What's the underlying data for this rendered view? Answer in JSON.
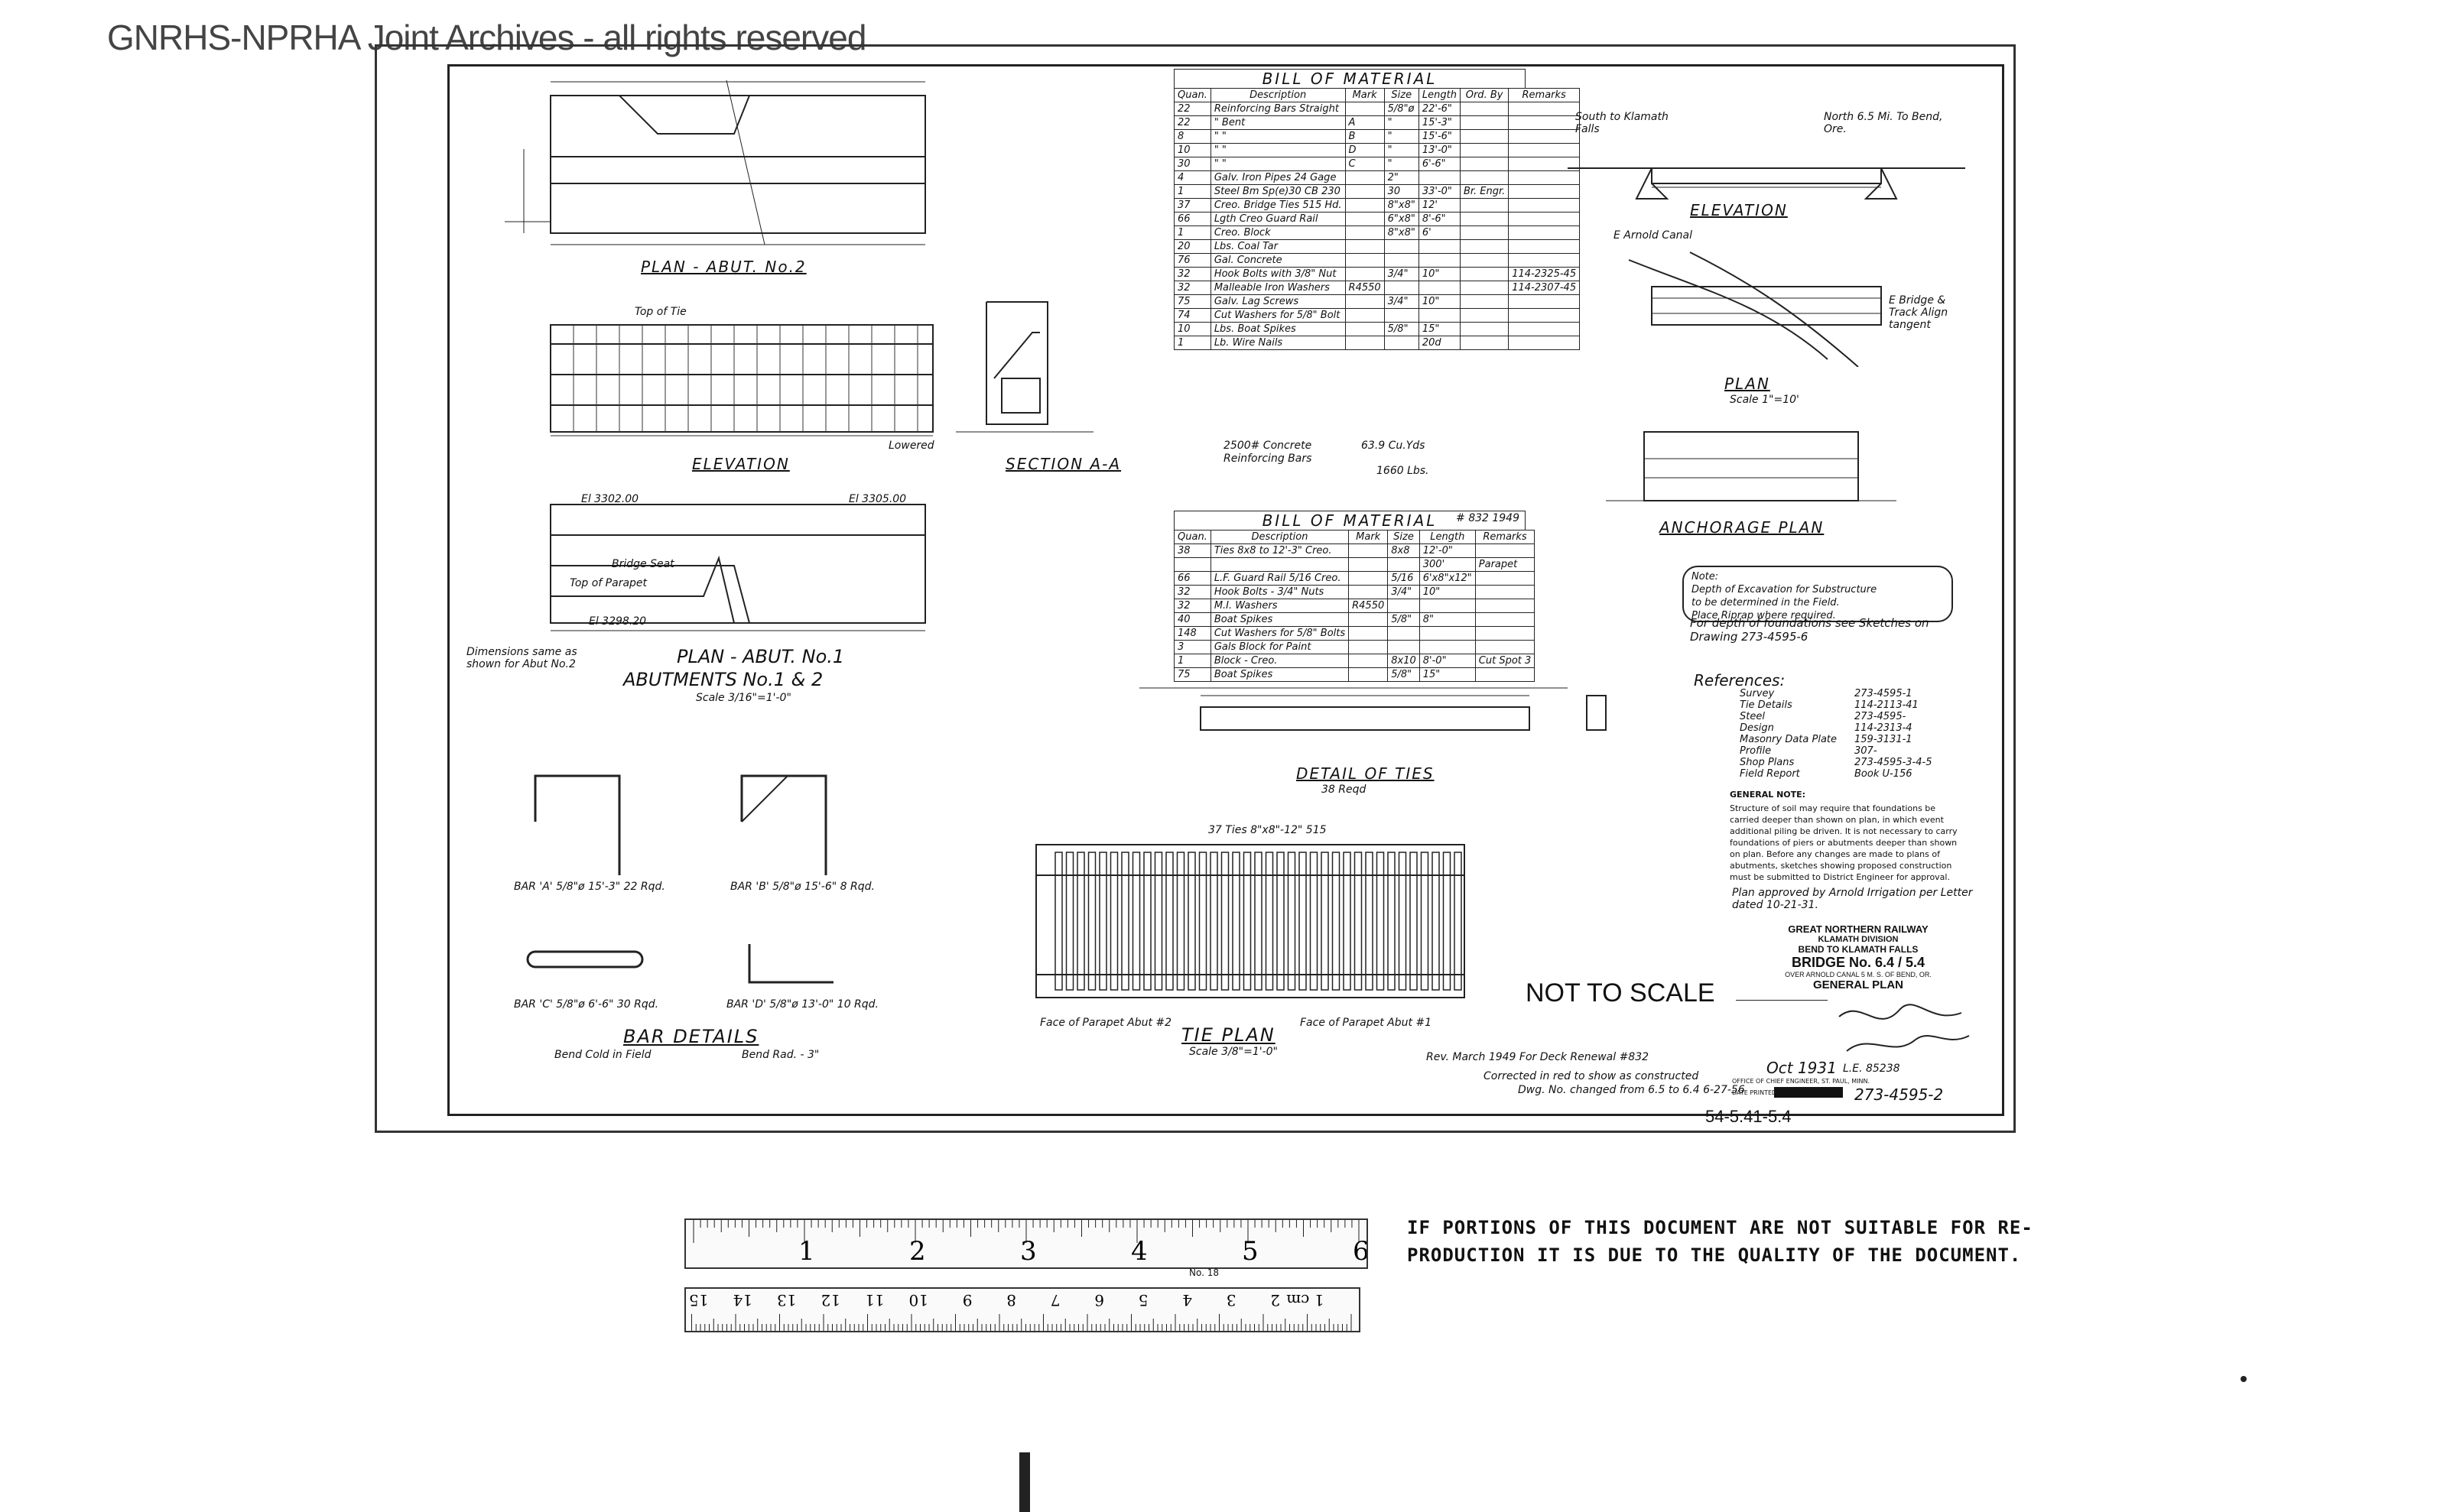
{
  "archive_banner": "GNRHS-NPRHA Joint Archives - all rights reserved",
  "drawings": {
    "plan_abut_2": "PLAN - ABUT. No.2",
    "elevation": "ELEVATION",
    "section_aa": "SECTION A-A",
    "plan_abut_1": "PLAN - ABUT. No.1",
    "abutments_title": "ABUTMENTS No.1 & 2",
    "abutments_scale": "Scale 3/16\"=1'-0\"",
    "dimensions_note": "Dimensions same as shown for Abut No.2",
    "bar_details": "BAR DETAILS",
    "bend_cold": "Bend Cold in Field",
    "bend_rad": "Bend Rad. - 3\"",
    "bar_a": "BAR 'A' 5/8\"ø 15'-3\" 22 Rqd.",
    "bar_b": "BAR 'B' 5/8\"ø 15'-6\" 8 Rqd.",
    "bar_c": "BAR 'C' 5/8\"ø 6'-6\" 30 Rqd.",
    "bar_d": "BAR 'D' 5/8\"ø 13'-0\" 10 Rqd.",
    "detail_of_ties": "DETAIL OF TIES",
    "ties_rqd": "38 Reqd",
    "tie_plan": "TIE PLAN",
    "tie_plan_scale": "Scale 3/8\"=1'-0\"",
    "ties_note": "37 Ties 8\"x8\"-12\" 515",
    "elevation_right": "ELEVATION",
    "plan_right": "PLAN",
    "plan_right_scale": "Scale 1\"=10'",
    "anchorage_plan": "ANCHORAGE PLAN",
    "south_label": "South to Klamath Falls",
    "north_label": "North 6.5 Mi. To Bend, Ore.",
    "arnold_canal": "E Arnold Canal",
    "bridge_track": "E Bridge & Track Align tangent",
    "concrete_line": "2500# Concrete",
    "concrete_qty": "63.9 Cu.Yds",
    "reinforcing_line": "Reinforcing Bars",
    "reinforcing_qty": "1660 Lbs.",
    "lowered": "Lowered",
    "bridge_seat": "Bridge Seat",
    "top_of_parapet": "Top of Parapet",
    "top_of_tie": "Top of Tie",
    "el_3302": "El 3302.00",
    "el_3305": "El 3305.00",
    "el_3298": "El 3298.20",
    "face_of_parapet_abut2": "Face of Parapet Abut #2",
    "face_of_parapet_abut1": "Face of Parapet Abut #1",
    "revision_note": "Rev. March 1949 For Deck Renewal #832",
    "corrected_note": "Corrected in red to show as constructed",
    "dwg_changed": "Dwg. No. changed from 6.5 to 6.4 6-27-56"
  },
  "bill_of_material_1": {
    "title": "BILL OF MATERIAL",
    "headers": [
      "Quan.",
      "Description",
      "Mark",
      "Size",
      "Length",
      "Ord. By",
      "Remarks"
    ],
    "rows": [
      [
        "22",
        "Reinforcing Bars Straight",
        "",
        "5/8\"ø",
        "22'-6\"",
        "",
        ""
      ],
      [
        "22",
        "\"  Bent",
        "A",
        "\"",
        "15'-3\"",
        "",
        ""
      ],
      [
        "8",
        "\"  \"",
        "B",
        "\"",
        "15'-6\"",
        "",
        ""
      ],
      [
        "10",
        "\"  \"",
        "D",
        "\"",
        "13'-0\"",
        "",
        ""
      ],
      [
        "30",
        "\"  \"",
        "C",
        "\"",
        "6'-6\"",
        "",
        ""
      ],
      [
        "4",
        "Galv. Iron Pipes 24 Gage",
        "",
        "2\"",
        "",
        "",
        ""
      ],
      [
        "1",
        "Steel Bm Sp(e)30 CB 230",
        "",
        "30",
        "33'-0\"",
        "Br. Engr.",
        ""
      ],
      [
        "37",
        "Creo. Bridge Ties 515 Hd.",
        "",
        "8\"x8\"",
        "12'",
        "",
        ""
      ],
      [
        "66",
        "Lgth Creo Guard Rail",
        "",
        "6\"x8\"",
        "8'-6\"",
        "",
        ""
      ],
      [
        "1",
        "Creo. Block",
        "",
        "8\"x8\"",
        "6'",
        "",
        ""
      ],
      [
        "20",
        "Lbs. Coal Tar",
        "",
        "",
        "",
        "",
        ""
      ],
      [
        "76",
        "Gal. Concrete",
        "",
        "",
        "",
        "",
        ""
      ],
      [
        "32",
        "Hook Bolts with 3/8\" Nut",
        "",
        "3/4\"",
        "10\"",
        "",
        "114-2325-45"
      ],
      [
        "32",
        "Malleable Iron Washers",
        "R4550",
        "",
        "",
        "",
        "114-2307-45"
      ],
      [
        "75",
        "Galv. Lag Screws",
        "",
        "3/4\"",
        "10\"",
        "",
        ""
      ],
      [
        "74",
        "Cut Washers for 5/8\" Bolt",
        "",
        "",
        "",
        "",
        ""
      ],
      [
        "10",
        "Lbs. Boat Spikes",
        "",
        "5/8\"",
        "15\"",
        "",
        ""
      ],
      [
        "1",
        "Lb. Wire Nails",
        "",
        "",
        "20d",
        "",
        ""
      ]
    ]
  },
  "bill_of_material_2": {
    "title": "BILL OF MATERIAL",
    "ref": "# 832 1949",
    "headers": [
      "Quan.",
      "Description",
      "Mark",
      "Size",
      "Length",
      "Remarks"
    ],
    "rows": [
      [
        "38",
        "Ties 8x8 to 12'-3\" Creo.",
        "",
        "8x8",
        "12'-0\"",
        ""
      ],
      [
        "",
        "",
        "",
        "",
        "300'",
        "Parapet"
      ],
      [
        "66",
        "L.F. Guard Rail 5/16 Creo.",
        "",
        "5/16",
        "6'x8\"x12\"",
        ""
      ],
      [
        "32",
        "Hook Bolts - 3/4\" Nuts",
        "",
        "3/4\"",
        "10\"",
        ""
      ],
      [
        "32",
        "M.I. Washers",
        "R4550",
        "",
        "",
        ""
      ],
      [
        "40",
        "Boat Spikes",
        "",
        "5/8\"",
        "8\"",
        ""
      ],
      [
        "148",
        "Cut Washers for 5/8\" Bolts",
        "",
        "",
        "",
        ""
      ],
      [
        "3",
        "Gals Block for Paint",
        "",
        "",
        "",
        ""
      ],
      [
        "1",
        "Block - Creo.",
        "",
        "8x10",
        "8'-0\"",
        "Cut Spot 3"
      ],
      [
        "75",
        "Boat Spikes",
        "",
        "5/8\"",
        "15\"",
        ""
      ]
    ]
  },
  "notes": {
    "note_title": "Note:",
    "note_lines": [
      "Depth of Excavation for Substructure",
      "to be determined in the Field.",
      "Place Riprap where required."
    ],
    "foundations": "For depth of foundations see Sketches on Drawing 273-4595-6",
    "references_title": "References:",
    "references": [
      [
        "Survey",
        "273-4595-1"
      ],
      [
        "Tie Details",
        "114-2113-41"
      ],
      [
        "Steel",
        "273-4595-"
      ],
      [
        "Design",
        "114-2313-4"
      ],
      [
        "Masonry Data Plate",
        "159-3131-1"
      ],
      [
        "Profile",
        "307-"
      ],
      [
        "Shop Plans",
        "273-4595-3-4-5"
      ],
      [
        "Field Report",
        "Book U-156"
      ]
    ],
    "general_note_title": "GENERAL NOTE:",
    "general_note": "Structure of soil may require that foundations be carried deeper than shown on plan, in which event additional piling be driven. It is not necessary to carry foundations of piers or abutments deeper than shown on plan. Before any changes are made to plans of abutments, sketches showing proposed construction must be submitted to District Engineer for approval.",
    "approved": "Plan approved by Arnold Irrigation per Letter dated 10-21-31."
  },
  "title_block": {
    "railway": "GREAT NORTHERN RAILWAY",
    "division": "KLAMATH DIVISION",
    "line": "BEND TO KLAMATH FALLS",
    "bridge_no": "BRIDGE No. 6.4 / 5.4",
    "over": "OVER ARNOLD CANAL 5 M. S. OF BEND, OR.",
    "plan_type": "GENERAL PLAN",
    "date": "Oct 1931",
    "file_no": "L.E. 85238",
    "office": "OFFICE OF CHIEF ENGINEER, ST. PAUL, MINN.",
    "drawing_no": "273-4595-2",
    "date_printed": "DATE PRINTED"
  },
  "not_to_scale": "NOT TO SCALE",
  "sheet_ref": "54-5.41-5.4",
  "ruler": {
    "inch_labels": [
      "1",
      "2",
      "3",
      "4",
      "5",
      "6"
    ],
    "cm_labels": [
      "1 cm",
      "2",
      "3",
      "4",
      "5",
      "6",
      "7",
      "8",
      "9",
      "10",
      "11",
      "12",
      "13",
      "14",
      "15"
    ],
    "ruler_id": "No. 18"
  },
  "notice": {
    "line1": "IF PORTIONS OF THIS DOCUMENT ARE NOT SUITABLE FOR RE-",
    "line2": "PRODUCTION IT IS DUE TO THE QUALITY OF THE DOCUMENT."
  }
}
